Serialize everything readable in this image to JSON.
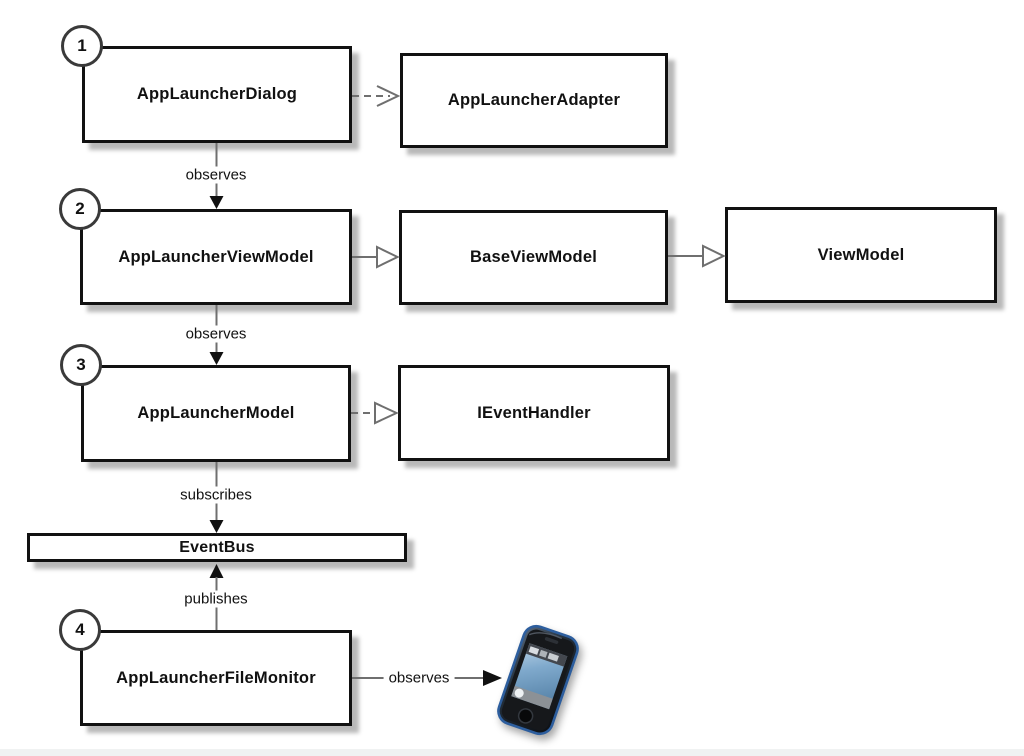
{
  "diagram": {
    "nodes": {
      "dialog": {
        "badge": "1",
        "label": "AppLauncherDialog"
      },
      "adapter": {
        "label": "AppLauncherAdapter"
      },
      "viewmodel": {
        "badge": "2",
        "label": "AppLauncherViewModel"
      },
      "base_viewmodel": {
        "label": "BaseViewModel"
      },
      "viewmodel_root": {
        "label": "ViewModel"
      },
      "model": {
        "badge": "3",
        "label": "AppLauncherModel"
      },
      "event_handler": {
        "label": "IEventHandler"
      },
      "event_bus": {
        "label": "EventBus"
      },
      "file_monitor": {
        "badge": "4",
        "label": "AppLauncherFileMonitor"
      }
    },
    "edges": {
      "dialog_observes_viewmodel": "observes",
      "viewmodel_observes_model": "observes",
      "model_subscribes_eventbus": "subscribes",
      "filemonitor_publishes_eventbus": "publishes",
      "filemonitor_observes_device": "observes"
    },
    "icons": {
      "device": "smartphone-icon"
    },
    "colors": {
      "box_border": "#111111",
      "connector_gray": "#6f6f6f",
      "arrow_black": "#111111",
      "phone_frame_blue": "#2d5e9e",
      "phone_screen_blue": "#7fa9cc"
    }
  }
}
